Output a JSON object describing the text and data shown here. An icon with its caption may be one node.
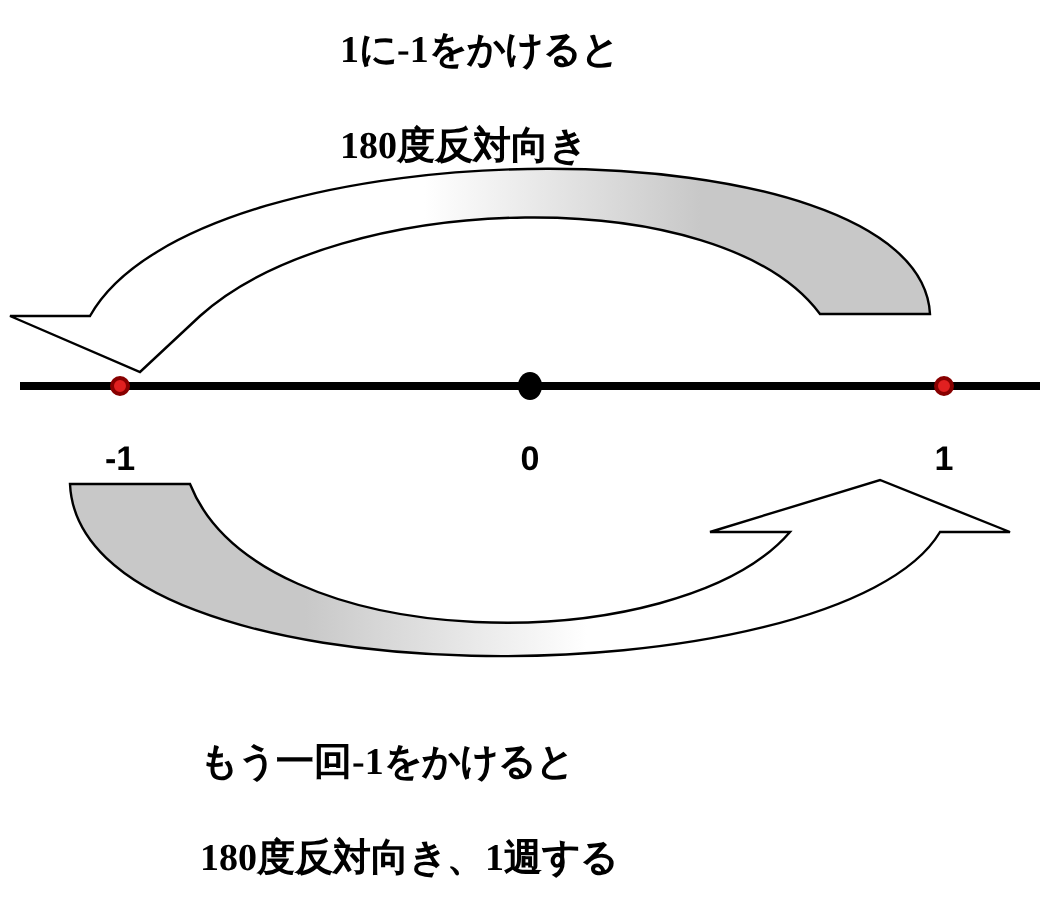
{
  "diagram": {
    "nodes": [
      {
        "text": [
          "-1"
        ]
      },
      {
        "text": [
          "0"
        ]
      },
      {
        "text": [
          "1"
        ]
      }
    ],
    "edges": [
      {
        "from": 2,
        "to": 0,
        "arrow": "to",
        "style": "thick"
      },
      {
        "from": 0,
        "to": 2,
        "arrow": "to",
        "style": "thick"
      }
    ],
    "labels": [
      "1に-1をかけると",
      "180度反対向き",
      "もう一回-1をかけると",
      "180度反対向き、1週する"
    ]
  }
}
